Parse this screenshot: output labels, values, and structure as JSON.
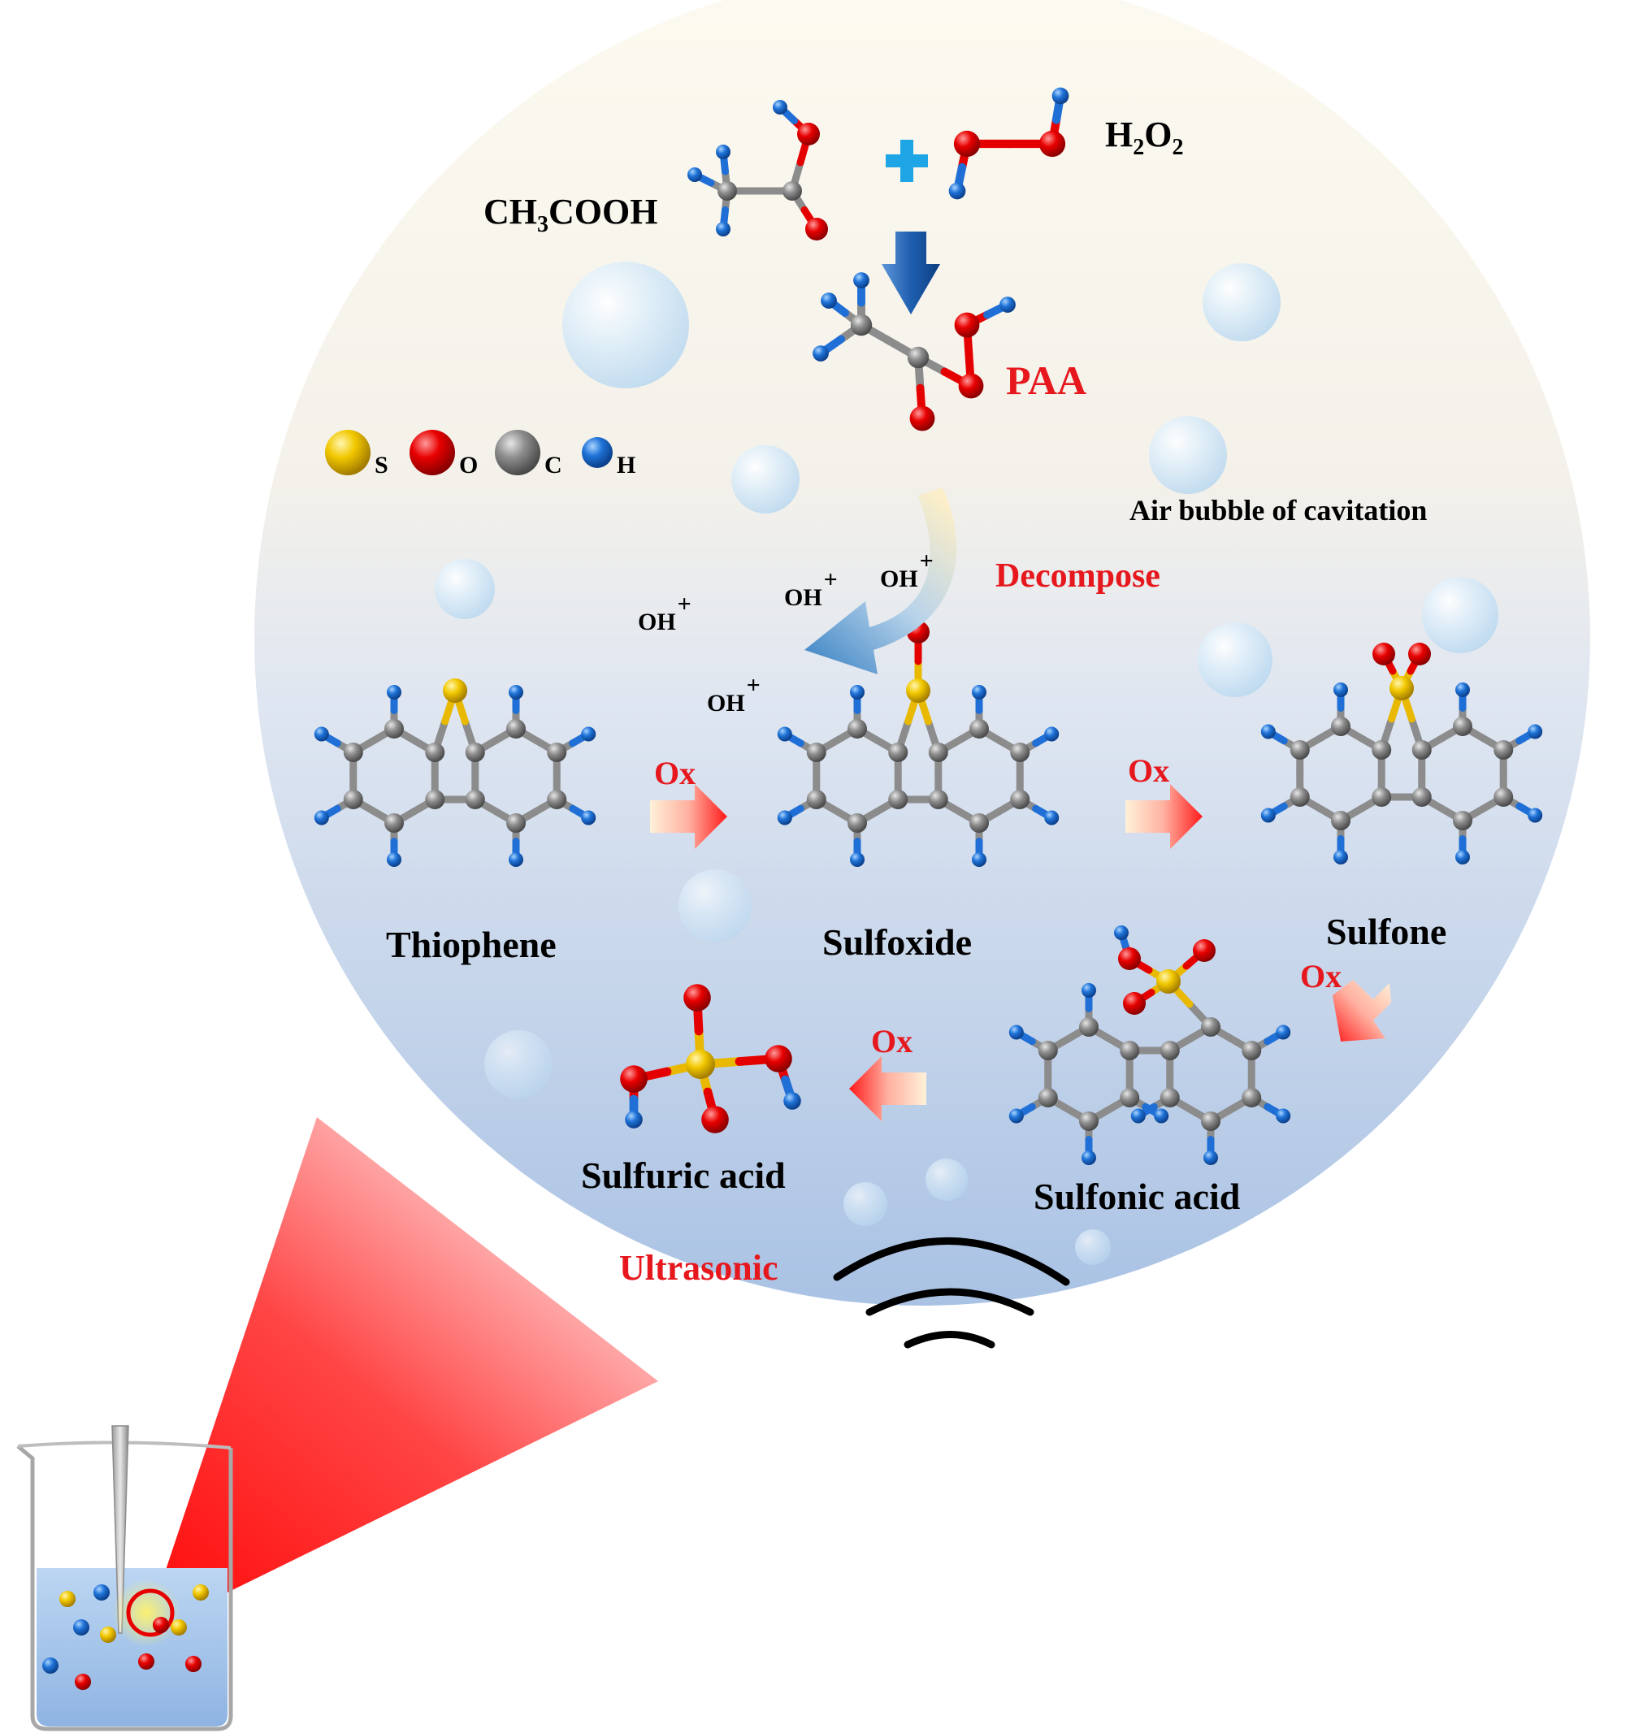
{
  "reactants": {
    "acid": {
      "pre": "CH",
      "sub1": "3",
      "post": "COOH"
    },
    "peroxide": {
      "h1": "H",
      "sub1": "2",
      "o1": "O",
      "sub2": "2"
    },
    "plus": "+"
  },
  "paa_label": "PAA",
  "bubble_label": "Air bubble of cavitation",
  "decompose_label": "Decompose",
  "radicals": [
    "OH",
    "OH",
    "OH",
    "OH"
  ],
  "radical_charge": "+",
  "legend": [
    {
      "symbol": "S",
      "color": "#e8b900"
    },
    {
      "symbol": "O",
      "color": "#e50000"
    },
    {
      "symbol": "C",
      "color": "#8c8c8c"
    },
    {
      "symbol": "H",
      "color": "#1f6fd6"
    }
  ],
  "ox_label": "Ox",
  "products": {
    "thiophene": "Thiophene",
    "sulfoxide": "Sulfoxide",
    "sulfone": "Sulfone",
    "sulfonic_acid": "Sulfonic acid",
    "sulfuric_acid": "Sulfuric acid"
  },
  "ultrasonic_label": "Ultrasonic",
  "colors": {
    "red_label": "#e6181d",
    "sulfur": "#e8b900",
    "oxygen": "#e50000",
    "carbon": "#8c8c8c",
    "hydrogen": "#1f6fd6",
    "arrow_blue": "#1f5fb0",
    "plus_blue": "#1ea5e6"
  }
}
